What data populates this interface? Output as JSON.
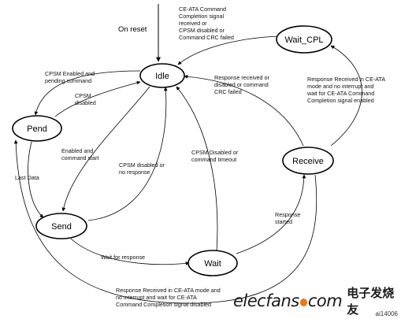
{
  "diagram": {
    "start_label": "On reset",
    "states": {
      "idle": "Idle",
      "pend": "Pend",
      "send": "Send",
      "wait": "Wait",
      "receive": "Receive",
      "wait_cpl": "Wait_CPL"
    },
    "transitions": {
      "waitcpl_to_idle": [
        "CE-ATA Command",
        "Completion signal",
        "received or",
        "CPSM disabled or",
        "Command CRC failed"
      ],
      "idle_to_pend": [
        "CPSM Enabled and",
        "pending command"
      ],
      "pend_to_idle": [
        "CPSM",
        "disabled"
      ],
      "receive_to_idle": [
        "Response received or",
        "disabled or command",
        "CRC failed"
      ],
      "receive_to_waitcpl": [
        "Response Received in CE-ATA",
        "mode and no interrupt and",
        "wait for CE-ATA Command",
        "Completion signal enabled"
      ],
      "idle_to_send": [
        "Enabled and",
        "command start"
      ],
      "send_to_idle": [
        "CPSM disabled or",
        "no response"
      ],
      "wait_to_idle": [
        "CPSM Disabled or",
        "command timeout"
      ],
      "pend_to_send": [
        "Last Data"
      ],
      "wait_to_receive": [
        "Response",
        "started"
      ],
      "send_to_wait": [
        "Wait for response"
      ],
      "receive_to_pend": [
        "Response Received in CE-ATA mode and",
        "no interrupt and wait for CE-ATA",
        "Command Completion signal disabled"
      ]
    }
  },
  "watermark": {
    "brand_pre": "elecfans",
    "brand_post": "com",
    "brand_cn": "电子发烧友",
    "doc_id": "ai14006"
  }
}
